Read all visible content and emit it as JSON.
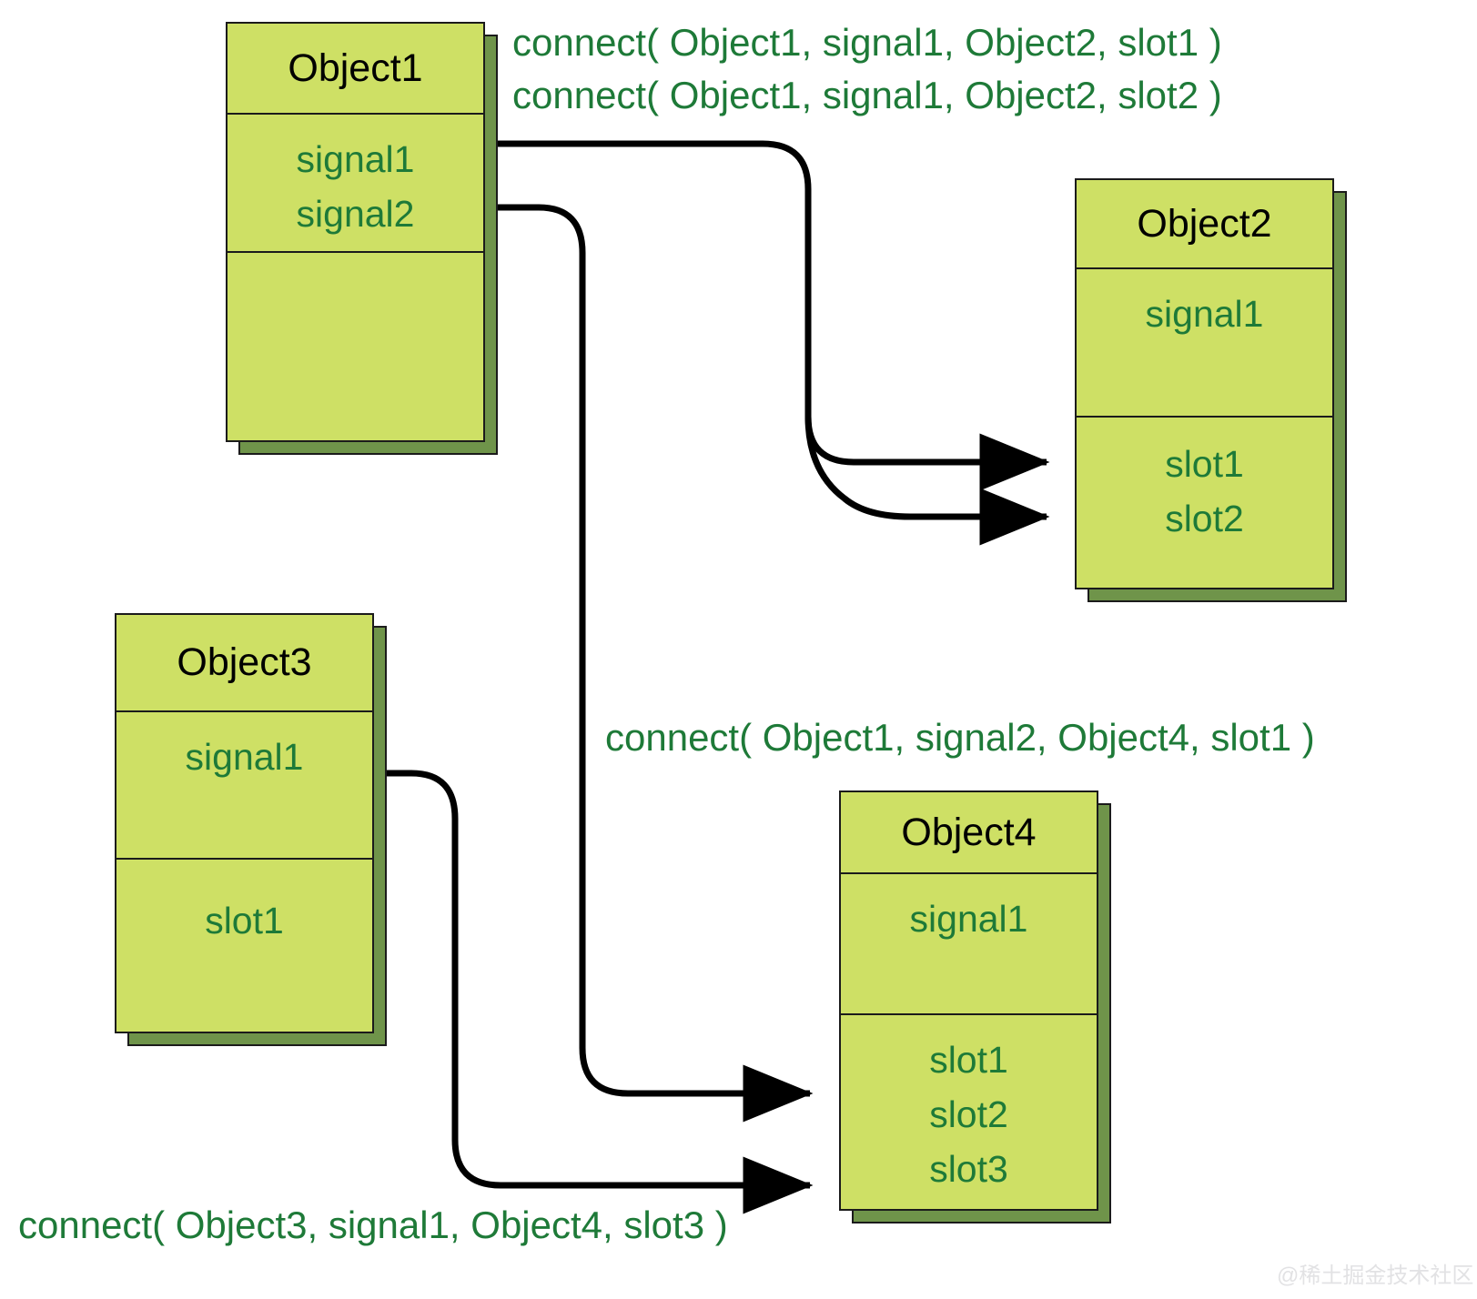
{
  "diagram": {
    "title": "Qt signals and slots connection diagram",
    "colors": {
      "box_fill": "#cee065",
      "box_shadow": "#6f944a",
      "box_border": "#1b1b1b",
      "member_text": "#1e7a38",
      "title_text": "#000000",
      "wire": "#000000",
      "background": "#ffffff",
      "watermark": "#e2e2e4"
    }
  },
  "objects": {
    "object1": {
      "title": "Object1",
      "signals": [
        "signal1",
        "signal2"
      ],
      "slots": []
    },
    "object2": {
      "title": "Object2",
      "signals": [
        "signal1"
      ],
      "slots": [
        "slot1",
        "slot2"
      ]
    },
    "object3": {
      "title": "Object3",
      "signals": [
        "signal1"
      ],
      "slots": [
        "slot1"
      ]
    },
    "object4": {
      "title": "Object4",
      "signals": [
        "signal1"
      ],
      "slots": [
        "slot1",
        "slot2",
        "slot3"
      ]
    }
  },
  "connections": [
    {
      "id": "c1",
      "label": "connect( Object1, signal1, Object2, slot1 )",
      "sender": "Object1",
      "signal": "signal1",
      "receiver": "Object2",
      "slot": "slot1"
    },
    {
      "id": "c2",
      "label": "connect( Object1, signal1, Object2, slot2 )",
      "sender": "Object1",
      "signal": "signal1",
      "receiver": "Object2",
      "slot": "slot2"
    },
    {
      "id": "c3",
      "label": "connect( Object1, signal2, Object4, slot1 )",
      "sender": "Object1",
      "signal": "signal2",
      "receiver": "Object4",
      "slot": "slot1"
    },
    {
      "id": "c4",
      "label": "connect( Object3, signal1, Object4, slot3 )",
      "sender": "Object3",
      "signal": "signal1",
      "receiver": "Object4",
      "slot": "slot3"
    }
  ],
  "watermark": {
    "text": "@稀土掘金技术社区"
  }
}
